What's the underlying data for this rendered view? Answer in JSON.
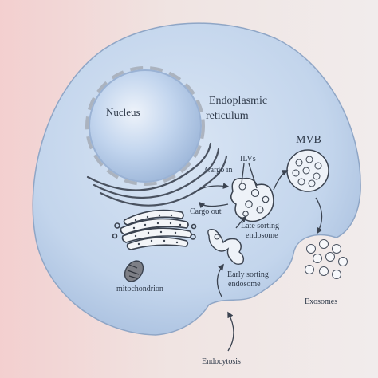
{
  "labels": {
    "nucleus": "Nucleus",
    "er_line1": "Endoplasmic",
    "er_line2": "reticulum",
    "mvb": "MVB",
    "ilvs": "ILVs",
    "cargo_in": "Cargo in",
    "cargo_out": "Cargo out",
    "late_line1": "Late sorting",
    "late_line2": "endosome",
    "early_line1": "Early sorting",
    "early_line2": "endosome",
    "mitochondrion": "mitochondrion",
    "exosomes": "Exosomes",
    "endocytosis": "Endocytosis"
  },
  "colors": {
    "cell_fill": "#c7d8ee",
    "cell_stroke": "#8fa6c6",
    "nucleus_fill": "#b3c9e6",
    "line": "#3b4350",
    "background_left": "#f3cfcf",
    "background_right": "#f1ecec"
  }
}
